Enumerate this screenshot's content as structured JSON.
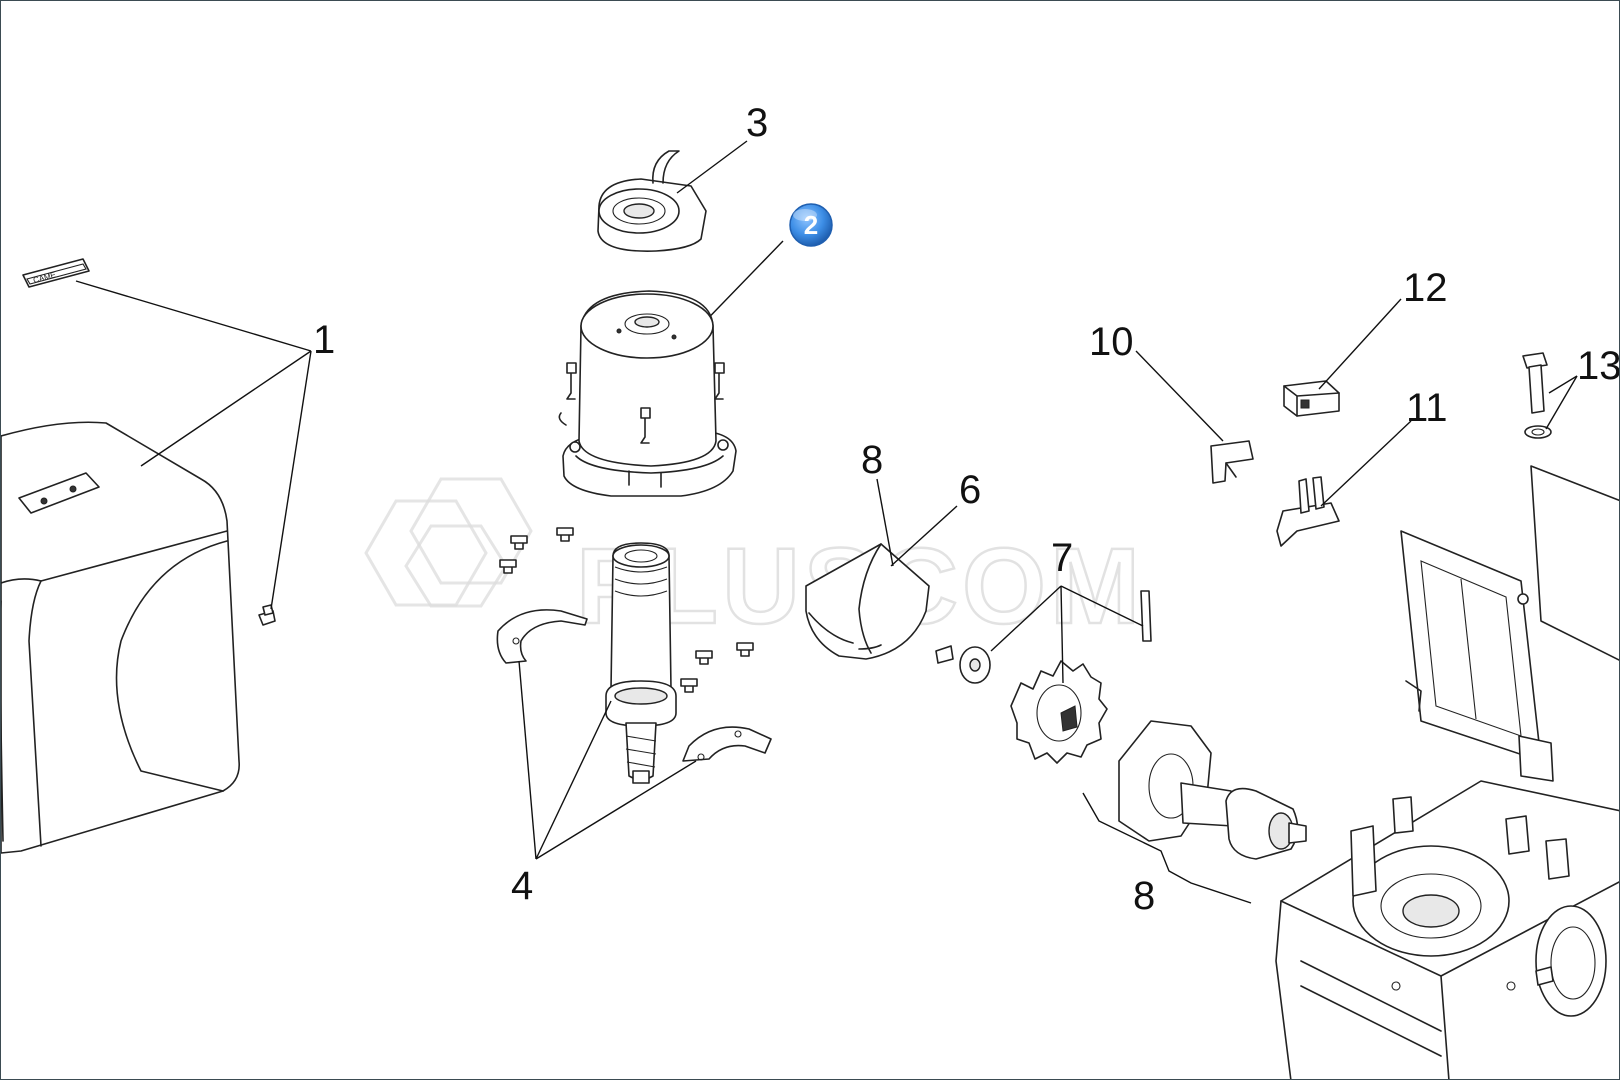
{
  "callouts": {
    "c1": "1",
    "c3": "3",
    "c4": "4",
    "c6": "6",
    "c7": "7",
    "c8a": "8",
    "c8b": "8",
    "c10": "10",
    "c11": "11",
    "c12": "12",
    "c13": "13"
  },
  "selected_marker": {
    "label": "2",
    "color": "#3d8ee6"
  },
  "watermark": {
    "text": "PLUSCOM"
  },
  "cover_label": {
    "text": "CAME"
  }
}
